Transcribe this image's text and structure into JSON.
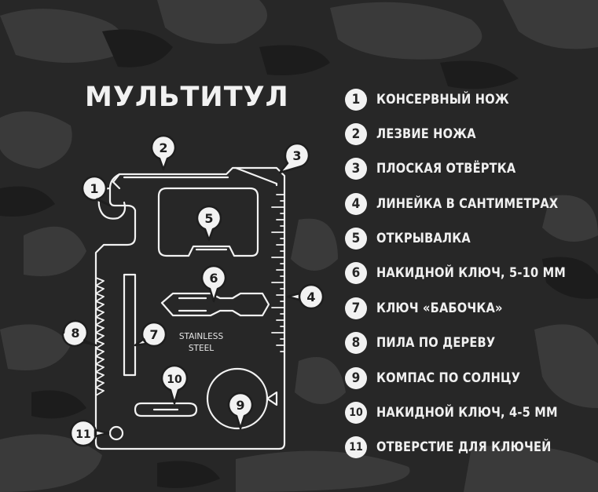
{
  "title": "МУЛЬТИТУЛ",
  "stamp": [
    "STAINLESS",
    "STEEL"
  ],
  "legend": [
    {
      "num": "1",
      "label": "КОНСЕРВНЫЙ НОЖ"
    },
    {
      "num": "2",
      "label": "ЛЕЗВИЕ НОЖА"
    },
    {
      "num": "3",
      "label": "ПЛОСКАЯ ОТВЁРТКА"
    },
    {
      "num": "4",
      "label": "ЛИНЕЙКА В САНТИМЕТРАХ"
    },
    {
      "num": "5",
      "label": "ОТКРЫВАЛКА"
    },
    {
      "num": "6",
      "label": "НАКИДНОЙ КЛЮЧ, 5-10 ММ"
    },
    {
      "num": "7",
      "label": "КЛЮЧ «БАБОЧКА»"
    },
    {
      "num": "8",
      "label": "ПИЛА ПО ДЕРЕВУ"
    },
    {
      "num": "9",
      "label": "КОМПАС ПО СОЛНЦУ"
    },
    {
      "num": "10",
      "label": "НАКИДНОЙ КЛЮЧ, 4-5 ММ"
    },
    {
      "num": "11",
      "label": "ОТВЕРСТИЕ ДЛЯ КЛЮЧЕЙ"
    }
  ],
  "colors": {
    "line": "#f2f2f2",
    "background": "#2a2a2a",
    "camo": "#3b3b3b"
  }
}
